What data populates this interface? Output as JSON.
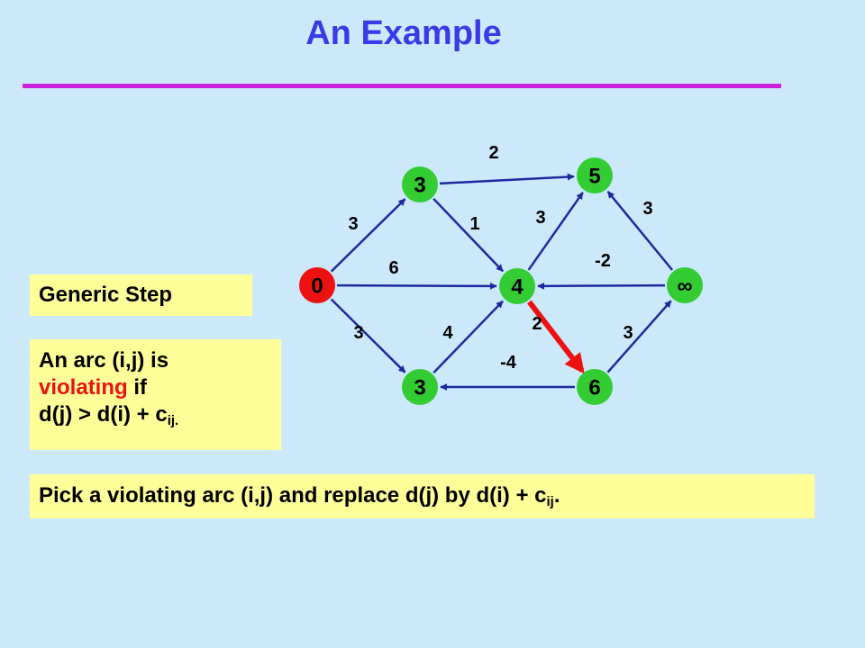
{
  "title": "An Example",
  "colors": {
    "background": "#cce9fb",
    "title": "#3a3ae6",
    "rule": "#cc22dd",
    "box": "#ffff99",
    "node_green": "#33cc33",
    "node_red": "#ee1111",
    "edge": "#1b2a9e",
    "highlight_edge": "#ee1111",
    "highlight_text": "#ee1111"
  },
  "generic_box": {
    "text": "Generic Step"
  },
  "violating_box": {
    "line1": "An arc (i,j) is",
    "line2_red": "violating",
    "line2_rest": " if",
    "line3_main": "d(j) > d(i) + c",
    "line3_sub": "ij."
  },
  "pick_box": {
    "main": "Pick a violating arc (i,j) and replace d(j) by d(i) + c",
    "sub": "ij",
    "tail": "."
  },
  "graph": {
    "nodes": [
      {
        "id": "s",
        "label": "0",
        "fill": "red"
      },
      {
        "id": "a",
        "label": "3",
        "fill": "green"
      },
      {
        "id": "b",
        "label": "5",
        "fill": "green"
      },
      {
        "id": "c",
        "label": "4",
        "fill": "green"
      },
      {
        "id": "d",
        "label": "∞",
        "fill": "green"
      },
      {
        "id": "e",
        "label": "3",
        "fill": "green"
      },
      {
        "id": "f",
        "label": "6",
        "fill": "green"
      }
    ],
    "edges": [
      {
        "from": "s",
        "to": "a",
        "label": "3"
      },
      {
        "from": "s",
        "to": "c",
        "label": "6"
      },
      {
        "from": "s",
        "to": "e",
        "label": "3"
      },
      {
        "from": "a",
        "to": "b",
        "label": "2"
      },
      {
        "from": "a",
        "to": "c",
        "label": "1"
      },
      {
        "from": "c",
        "to": "b",
        "label": "3"
      },
      {
        "from": "d",
        "to": "b",
        "label": "3"
      },
      {
        "from": "d",
        "to": "c",
        "label": "-2"
      },
      {
        "from": "e",
        "to": "c",
        "label": "4"
      },
      {
        "from": "c",
        "to": "f",
        "label": "2",
        "highlight": true
      },
      {
        "from": "f",
        "to": "e",
        "label": "-4"
      },
      {
        "from": "f",
        "to": "d",
        "label": "3"
      }
    ]
  }
}
